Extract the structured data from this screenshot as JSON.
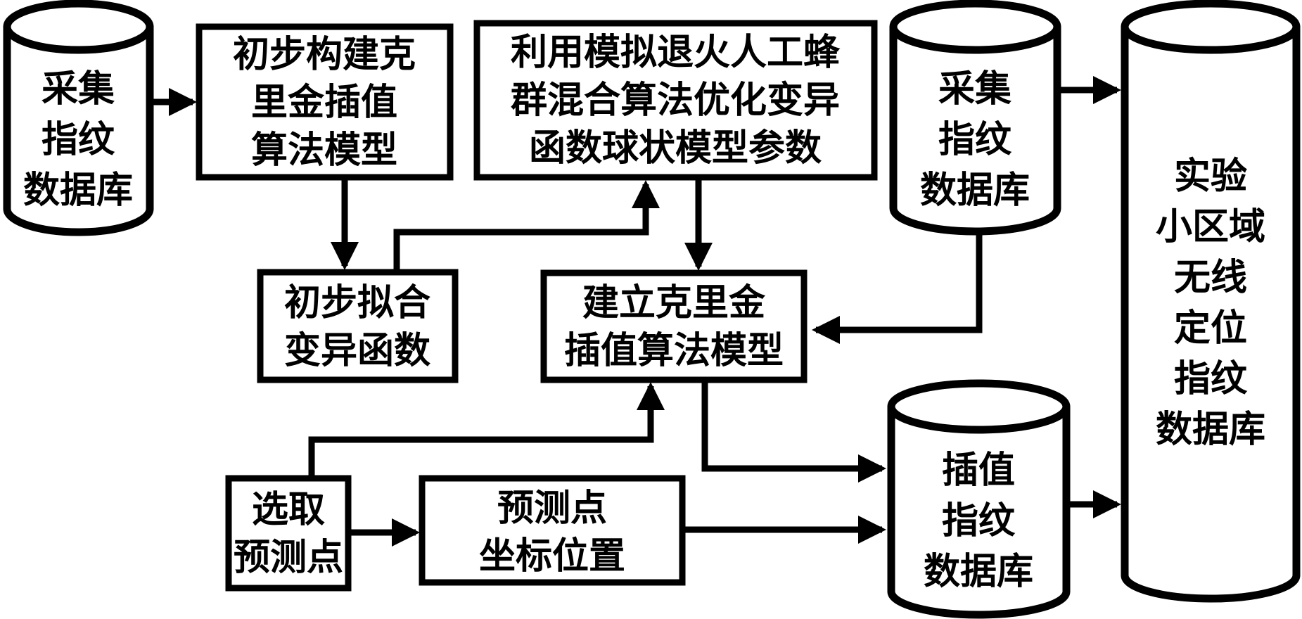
{
  "diagram": {
    "background": "#ffffff",
    "line_color": "#000000",
    "nodes": {
      "collect_db_left": {
        "shape": "cylinder",
        "lines": [
          "采集",
          "指纹",
          "数据库"
        ]
      },
      "build_kriging_box": {
        "shape": "rect",
        "lines": [
          "初步构建克",
          "里金插值",
          "算法模型"
        ]
      },
      "optimize_box": {
        "shape": "rect",
        "lines": [
          "利用模拟退火人工蜂",
          "群混合算法优化变异",
          "函数球状模型参数"
        ]
      },
      "collect_db_right": {
        "shape": "cylinder",
        "lines": [
          "采集",
          "指纹",
          "数据库"
        ]
      },
      "fit_variogram_box": {
        "shape": "rect",
        "lines": [
          "初步拟合",
          "变异函数"
        ]
      },
      "establish_kriging_box": {
        "shape": "rect",
        "lines": [
          "建立克里金",
          "插值算法模型"
        ]
      },
      "select_points_box": {
        "shape": "rect",
        "lines": [
          "选取",
          "预测点"
        ]
      },
      "point_coords_box": {
        "shape": "rect",
        "lines": [
          "预测点",
          "坐标位置"
        ]
      },
      "interp_db": {
        "shape": "cylinder",
        "lines": [
          "插值",
          "指纹",
          "数据库"
        ]
      },
      "experiment_db": {
        "shape": "cylinder",
        "lines": [
          "实验",
          "小区域",
          "无线",
          "定位",
          "指纹",
          "数据库"
        ]
      }
    },
    "edges": [
      {
        "from": "collect_db_left",
        "to": "build_kriging_box"
      },
      {
        "from": "build_kriging_box",
        "to": "fit_variogram_box"
      },
      {
        "from": "fit_variogram_box",
        "to": "optimize_box"
      },
      {
        "from": "optimize_box",
        "to": "establish_kriging_box"
      },
      {
        "from": "collect_db_right",
        "to": "establish_kriging_box"
      },
      {
        "from": "select_points_box",
        "to": "establish_kriging_box"
      },
      {
        "from": "select_points_box",
        "to": "point_coords_box"
      },
      {
        "from": "establish_kriging_box",
        "to": "interp_db"
      },
      {
        "from": "point_coords_box",
        "to": "interp_db"
      },
      {
        "from": "collect_db_right",
        "to": "experiment_db"
      },
      {
        "from": "interp_db",
        "to": "experiment_db"
      }
    ]
  }
}
